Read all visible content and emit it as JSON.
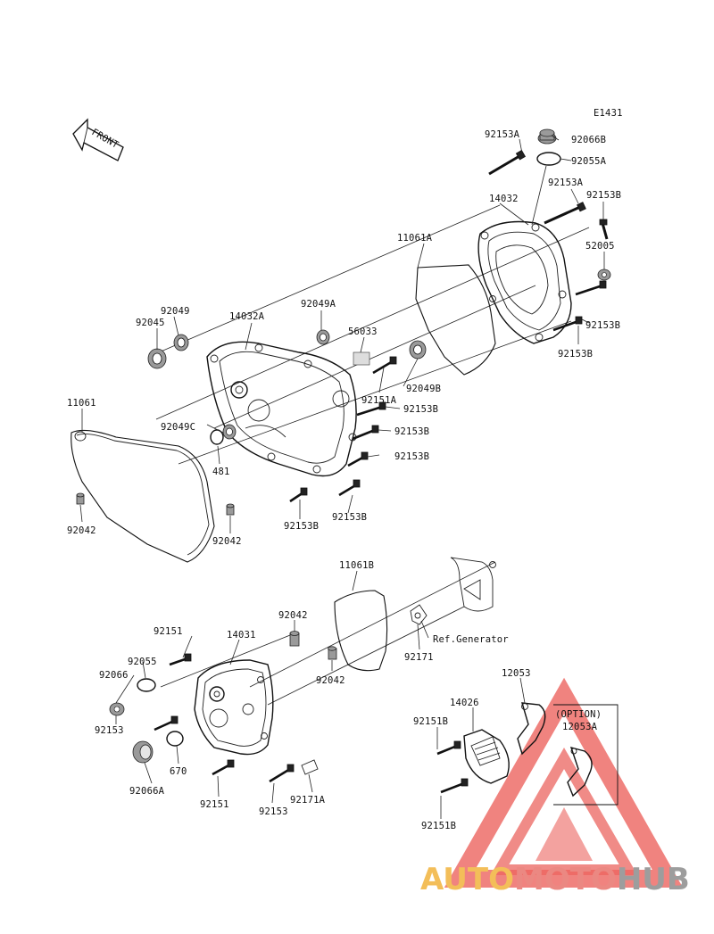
{
  "diagram_id": "E1431",
  "front_label": "FRONT",
  "option_label": "(OPTION)",
  "ref_note": "Ref.Generator",
  "labels": {
    "p92153A_top": "92153A",
    "p92066B": "92066B",
    "p92055A": "92055A",
    "p14032": "14032",
    "p92153A_right": "92153A",
    "p92153B_r1": "92153B",
    "p11061A": "11061A",
    "p52005": "52005",
    "p92153B_r2": "92153B",
    "p92153B_r3": "92153B",
    "p92049": "92049",
    "p92045": "92045",
    "p14032A": "14032A",
    "p92049A": "92049A",
    "p56033": "56033",
    "p92049B": "92049B",
    "p92151A": "92151A",
    "p92153B_m1": "92153B",
    "p11061": "11061",
    "p92049C": "92049C",
    "p92153B_m2": "92153B",
    "p481": "481",
    "p92153B_m3": "92153B",
    "p92042_l": "92042",
    "p92042_m": "92042",
    "p92153B_b1": "92153B",
    "p92153B_b2": "92153B",
    "p11061B": "11061B",
    "p92042_c1": "92042",
    "p92171": "92171",
    "p92151_a": "92151",
    "p14031": "14031",
    "p92055": "92055",
    "p92066": "92066",
    "p92042_c2": "92042",
    "p12053": "12053",
    "p14026": "14026",
    "p92151B_a": "92151B",
    "p12053A": "12053A",
    "p92153": "92153",
    "p670": "670",
    "p92066A": "92066A",
    "p92151_b": "92151",
    "p92153_b": "92153",
    "p92171A": "92171A",
    "p92151B_b": "92151B"
  },
  "watermark": {
    "text_a": "AUTO",
    "text_b": "MOTO",
    "text_c": "HUB",
    "color_a": "#f2b33d",
    "color_b": "#e8746d",
    "color_c": "#8c8c8c",
    "triangle_color": "#e84a43"
  }
}
